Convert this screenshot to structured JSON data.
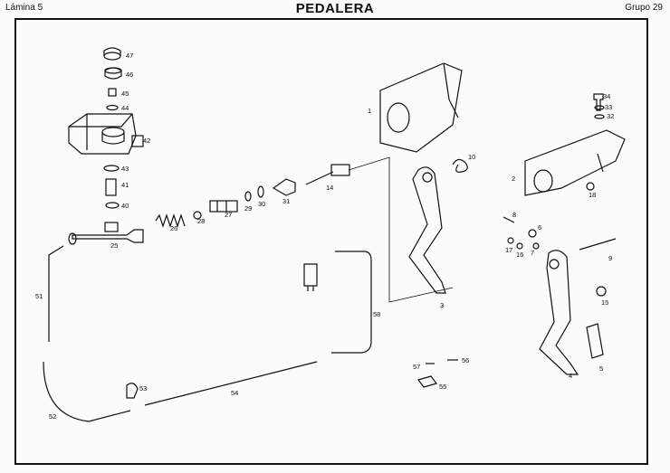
{
  "header": {
    "left": "Lámina 5",
    "title": "PEDALERA",
    "right": "Grupo 29"
  },
  "callouts": [
    "1",
    "2",
    "3",
    "4",
    "5",
    "6",
    "7",
    "8",
    "9",
    "10",
    "14",
    "15",
    "16",
    "17",
    "18",
    "25",
    "26",
    "27",
    "28",
    "29",
    "30",
    "31",
    "32",
    "33",
    "34",
    "40",
    "41",
    "42",
    "43",
    "44",
    "45",
    "46",
    "47",
    "51",
    "52",
    "53",
    "54",
    "55",
    "56",
    "57",
    "58"
  ]
}
